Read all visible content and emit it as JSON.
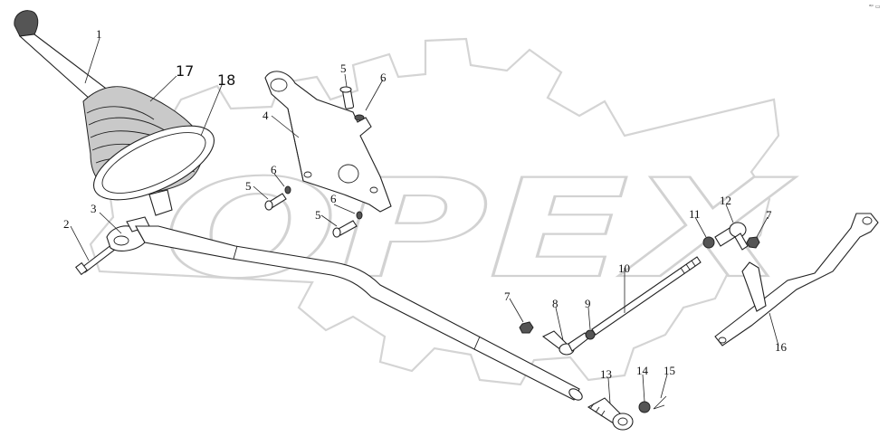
{
  "corner_mark": "ᵃᵖ ▭",
  "watermark": {
    "text": "OPEX"
  },
  "labels": {
    "p1": "1",
    "p2": "2",
    "p3": "3",
    "p4": "4",
    "p5a": "5",
    "p5b": "5",
    "p5c": "5",
    "p6a": "6",
    "p6b": "6",
    "p6c": "6",
    "p7a": "7",
    "p7b": "7",
    "p8": "8",
    "p9": "9",
    "p10": "10",
    "p11": "11",
    "p12": "12",
    "p13": "13",
    "p14": "14",
    "p15": "15",
    "p16": "16",
    "p17": "17",
    "p18": "18"
  },
  "colors": {
    "line": "#222222",
    "watermark": "#d2d2d2",
    "background": "#ffffff"
  }
}
